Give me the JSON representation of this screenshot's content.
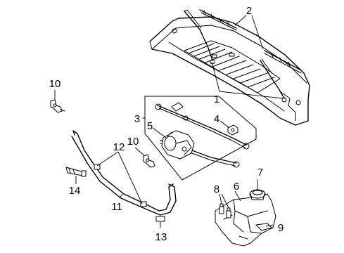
{
  "labels": {
    "l1": "1",
    "l2": "2",
    "l3": "3",
    "l4": "4",
    "l5": "5",
    "l6": "6",
    "l7": "7",
    "l8": "8",
    "l9": "9",
    "l10a": "10",
    "l10b": "10",
    "l11": "11",
    "l12": "12",
    "l13": "13",
    "l14": "14"
  },
  "colors": {
    "line": "#000000",
    "background": "#ffffff"
  }
}
